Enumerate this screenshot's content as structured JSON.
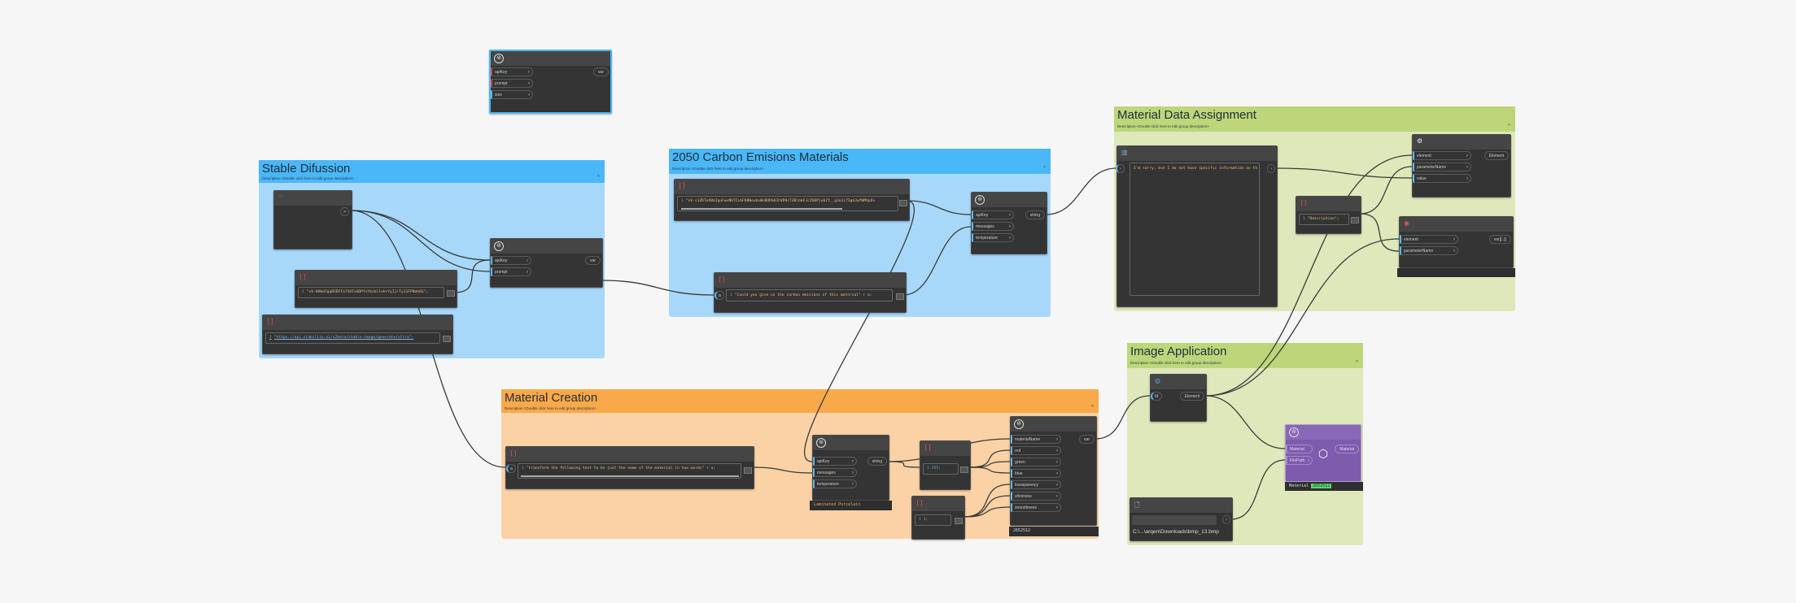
{
  "group_description": "Description <Double click here to edit group description>",
  "floating_node": {
    "inputs": [
      "apiKey",
      "prompt",
      "size"
    ],
    "output": "var"
  },
  "stable_diffusion": {
    "title": "Stable Difussion",
    "input_node": {
      "output": ">"
    },
    "sd_node": {
      "inputs": [
        "apiKey",
        "prompt"
      ],
      "output": "var"
    },
    "api_key_code": "\"sk-HHbd7gqB5DFfa7XUTvGDPfvYkzbllvbrYyIj+Ty11FPNah6S\";",
    "url_code": "\"https://api.stability.ai/v2beta/stable-image/generate/ultra\";"
  },
  "carbon": {
    "title": "2050 Carbon Emisions Materials",
    "api_key_code": "\"sk-s1ZRTeX0UJguFwvNUTCLbFKBWoubvWnBURGK3hVD9cT3BlbkFJcZ60PjubZf__g3o1c73gk3wfWMXp6v",
    "question_code": "\"Could you give us the carbon emisions of this material\" + a;",
    "question_input": "a",
    "gpt_node": {
      "inputs": [
        "apiKey",
        "messages",
        "temperature"
      ],
      "output": "string"
    }
  },
  "material_data": {
    "title": "Material Data Assignment",
    "watch_text": "I'm sorry, but I do not have specific information on th",
    "description_code": "\"Description\";",
    "set_param": {
      "inputs": [
        "element",
        "parameterName",
        "value"
      ],
      "output": "Element"
    },
    "get_param": {
      "inputs": [
        "element",
        "parameterName"
      ],
      "output": "var[]..[]"
    }
  },
  "material_creation": {
    "title": "Material Creation",
    "transform_code": "\"transform the following text to be just the name of the material in two words\" + a;",
    "transform_input": "a",
    "gpt_node": {
      "inputs": [
        "apiKey",
        "messages",
        "temperature"
      ],
      "output": "string"
    },
    "gpt_result": "Laminated Porcelain",
    "color_code": "255;",
    "one_code": "1;",
    "material_node": {
      "inputs": [
        "materialName",
        "red",
        "green",
        "blue",
        "transparency",
        "shininess",
        "smoothness"
      ],
      "output": "var"
    },
    "material_result": "2652512"
  },
  "image_application": {
    "title": "Image Application",
    "element_node": {
      "input": "Id",
      "output": "Element"
    },
    "texture_node": {
      "inputs": [
        "Material",
        "FilePath"
      ],
      "output": "Material",
      "result_label": "Material",
      "result_id": "2652512"
    },
    "file_path": "C:\\...\\arqen\\Downloads\\bmp_13.bmp"
  },
  "line_number": "1",
  "colors": {
    "blue_group": "#4ab7f8",
    "green_group": "#bdd67a",
    "orange_group": "#f9a94a",
    "node": "#343434",
    "purple_node": "#7e5bad"
  }
}
